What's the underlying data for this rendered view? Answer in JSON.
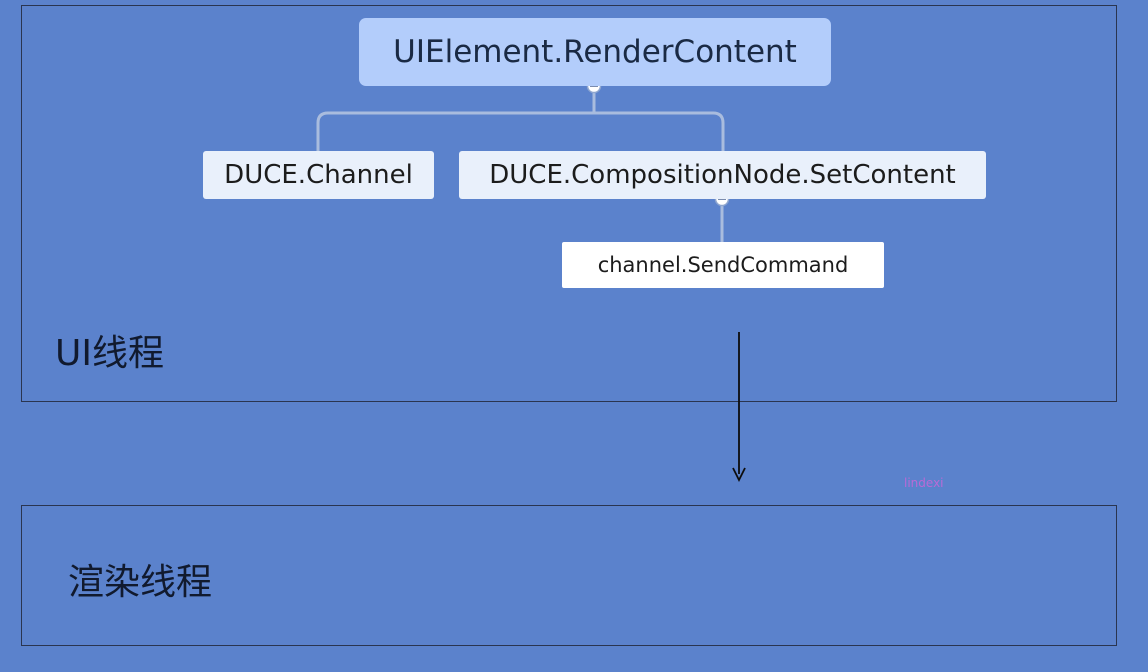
{
  "tree": {
    "root": {
      "label": "UIElement.RenderContent"
    },
    "children": [
      {
        "label": "DUCE.Channel"
      },
      {
        "label": "DUCE.CompositionNode.SetContent",
        "children": [
          {
            "label": "channel.SendCommand"
          }
        ]
      }
    ]
  },
  "threads": {
    "ui_thread": "UI线程",
    "render_thread": "渲染线程"
  },
  "watermark": "lindexi",
  "colors": {
    "background": "#5b82cc",
    "root_node": "#b3cdfb",
    "child_node": "#e9f0fb",
    "leaf_node": "#ffffff",
    "connector": "#a9bcde",
    "border": "#2a3550",
    "watermark": "#b96ad6"
  },
  "icons": {
    "collapse_toggle": "minus-circle-icon",
    "flow_arrow": "arrow-down-icon"
  }
}
